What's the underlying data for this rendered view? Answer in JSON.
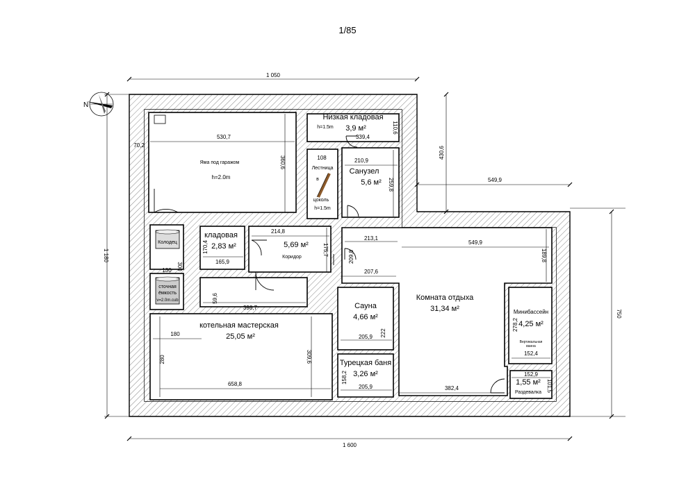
{
  "sheet": {
    "page_label": "1/85"
  },
  "dimensions": {
    "overall_width": "1 050",
    "overall_width_bottom": "1 600",
    "overall_height": "1 180",
    "right_height": "750",
    "upper_right_height": "430,6",
    "right_wing_width": "549,9",
    "garage_width": "530,7",
    "garage_height": "360,6",
    "garage_offset": "70,2",
    "storage_low_height": "110,6",
    "storage_low_width": "339,4",
    "stair_width": "108",
    "bath_width": "210,9",
    "bath_height": "259,8",
    "corridor_width": "214,8",
    "corridor_height": "175,7",
    "pantry_height": "170,4",
    "pantry_width": "165,9",
    "well_width": "130",
    "well_height": "300",
    "hall_width": "213,1",
    "hall_small": "209,8",
    "sauna_top_width": "207,6",
    "rest_top_width": "549,9",
    "rest_right_height": "189,8",
    "workshop_top_width": "398,7",
    "workshop_small_height": "59,6",
    "workshop_left": "180",
    "workshop_side": "280",
    "workshop_right_height": "309,6",
    "workshop_bottom_width": "658,8",
    "sauna_side": "222",
    "sauna_bottom": "205,9",
    "turkish_height": "158,2",
    "turkish_bottom": "205,9",
    "rest_bottom": "382,4",
    "pool_height": "278,2",
    "pool_width": "152,4",
    "dressing_width": "152,9",
    "dressing_height": "101,5"
  },
  "rooms": {
    "garage_pit": {
      "name": "Яма под гаражом",
      "height": "h=2.0m"
    },
    "low_storage": {
      "name": "Низкая кладовая",
      "height": "h=1.5m",
      "area": "3,9 м²"
    },
    "stairs": {
      "name_1": "Лестница",
      "name_2": "в",
      "name_3": "цоколь",
      "height": "h=1.5m"
    },
    "bathroom": {
      "name": "Санузел",
      "area": "5,6 м²"
    },
    "pantry": {
      "name": "кладовая",
      "area": "2,83 м²"
    },
    "corridor": {
      "name": "Коридор",
      "area": "5,69 м²"
    },
    "well": {
      "name": "Колодец"
    },
    "septic": {
      "name_1": "сточная",
      "name_2": "ёмкость",
      "volume": "v=2.0m.cub"
    },
    "workshop": {
      "name": "котельная мастерская",
      "area": "25,05 м²"
    },
    "sauna": {
      "name": "Сауна",
      "area": "4,66 м²"
    },
    "turkish_bath": {
      "name": "Турецкая баня",
      "area": "3,26 м²"
    },
    "rest_room": {
      "name": "Комната отдыха",
      "area": "31,34 м²"
    },
    "mini_pool": {
      "name": "Минибассейн",
      "area": "4,25 м²",
      "note_1": "Вертикальная",
      "note_2": "ванна"
    },
    "dressing": {
      "name": "Раздевалка",
      "area": "1,55 м²"
    }
  },
  "compass": {
    "label": "N",
    "icon": "compass-icon"
  }
}
